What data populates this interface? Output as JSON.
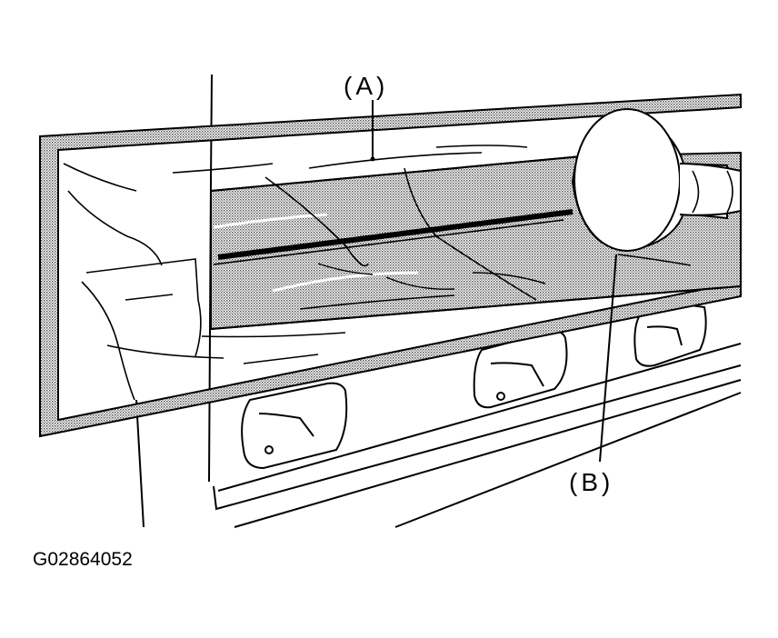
{
  "callouts": {
    "a": "(A)",
    "b": "(B)"
  },
  "figure_id": "G02864052",
  "colors": {
    "ink": "#000000",
    "stipple": "#bcbcbc",
    "background": "#ffffff"
  }
}
